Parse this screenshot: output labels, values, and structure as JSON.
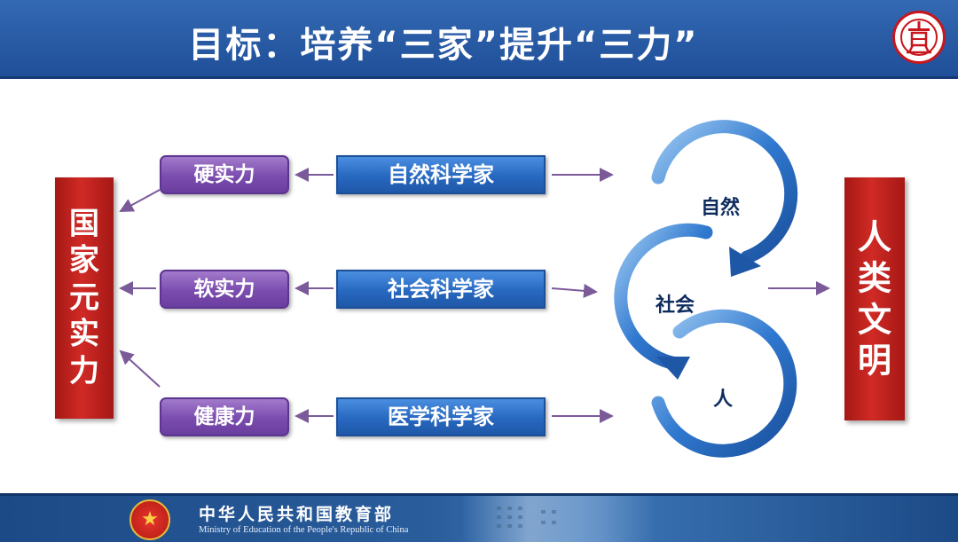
{
  "header": {
    "title": "目标：培养“三家”提升“三力”",
    "logo_text": "育"
  },
  "left_box": {
    "chars": [
      "国",
      "家",
      "元",
      "实",
      "力"
    ]
  },
  "right_box": {
    "chars": [
      "人",
      "类",
      "文",
      "明"
    ]
  },
  "powers": [
    "硬实力",
    "软实力",
    "健康力"
  ],
  "scientists": [
    "自然科学家",
    "社会科学家",
    "医学科学家"
  ],
  "cycle": {
    "labels": [
      "自然",
      "社会",
      "人"
    ]
  },
  "footer": {
    "ministry_cn": "中华人民共和国教育部",
    "ministry_en": "Ministry of Education of the People's Republic of China"
  },
  "colors": {
    "header_blue": "#2a5ca8",
    "red_box": "#c3221e",
    "purple_box": "#7a4cae",
    "blue_box": "#2768c0",
    "arrow": "#7b5a9a"
  }
}
